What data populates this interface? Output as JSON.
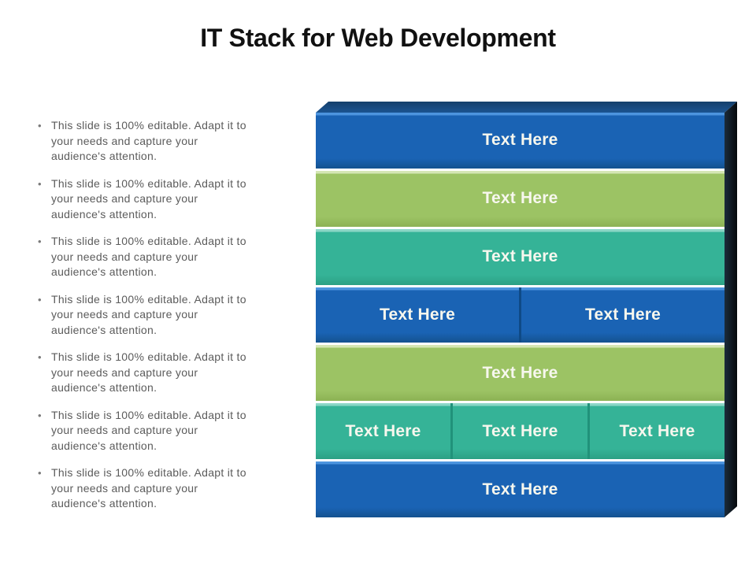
{
  "slide": {
    "title": "IT Stack for Web Development"
  },
  "bullets": {
    "marker_glyph": "•",
    "items": [
      "This slide is 100% editable. Adapt it to your needs and capture your audience's attention.",
      "This slide is 100% editable. Adapt it to your needs and capture your audience's attention.",
      "This slide is 100% editable. Adapt it to your needs and capture your audience's attention.",
      "This slide is 100% editable. Adapt it to your needs and capture your audience's attention.",
      "This slide is 100% editable. Adapt it to your needs and capture your audience's attention.",
      "This slide is 100% editable. Adapt it to your needs and capture your audience's attention.",
      "This slide is 100% editable. Adapt it to your needs and capture your audience's attention."
    ]
  },
  "stack": {
    "rows": [
      {
        "color": "blue",
        "cells": [
          "Text Here"
        ]
      },
      {
        "color": "green",
        "cells": [
          "Text Here"
        ]
      },
      {
        "color": "teal",
        "cells": [
          "Text Here"
        ]
      },
      {
        "color": "blue",
        "cells": [
          "Text Here",
          "Text Here"
        ]
      },
      {
        "color": "green",
        "cells": [
          "Text Here"
        ]
      },
      {
        "color": "teal",
        "cells": [
          "Text Here",
          "Text Here",
          "Text Here"
        ]
      },
      {
        "color": "blue",
        "cells": [
          "Text Here"
        ]
      }
    ],
    "palette": {
      "blue": {
        "base": "#1A63B4",
        "light": "#4C94DE",
        "bottom": "#14528F",
        "divider": "#0F4A86"
      },
      "green": {
        "base": "#9CC364",
        "light": "#D5E6B4",
        "bottom": "#8CB254",
        "divider": "#74A046"
      },
      "teal": {
        "base": "#35B397",
        "light": "#8BD6C6",
        "bottom": "#2BA084",
        "divider": "#21927A"
      }
    },
    "top_face": {
      "from": "#143F6B",
      "to": "#1B5492"
    },
    "side_face": {
      "from": "#1B2C3B",
      "to": "#05080C"
    },
    "text_color": "#F7F7EE"
  }
}
